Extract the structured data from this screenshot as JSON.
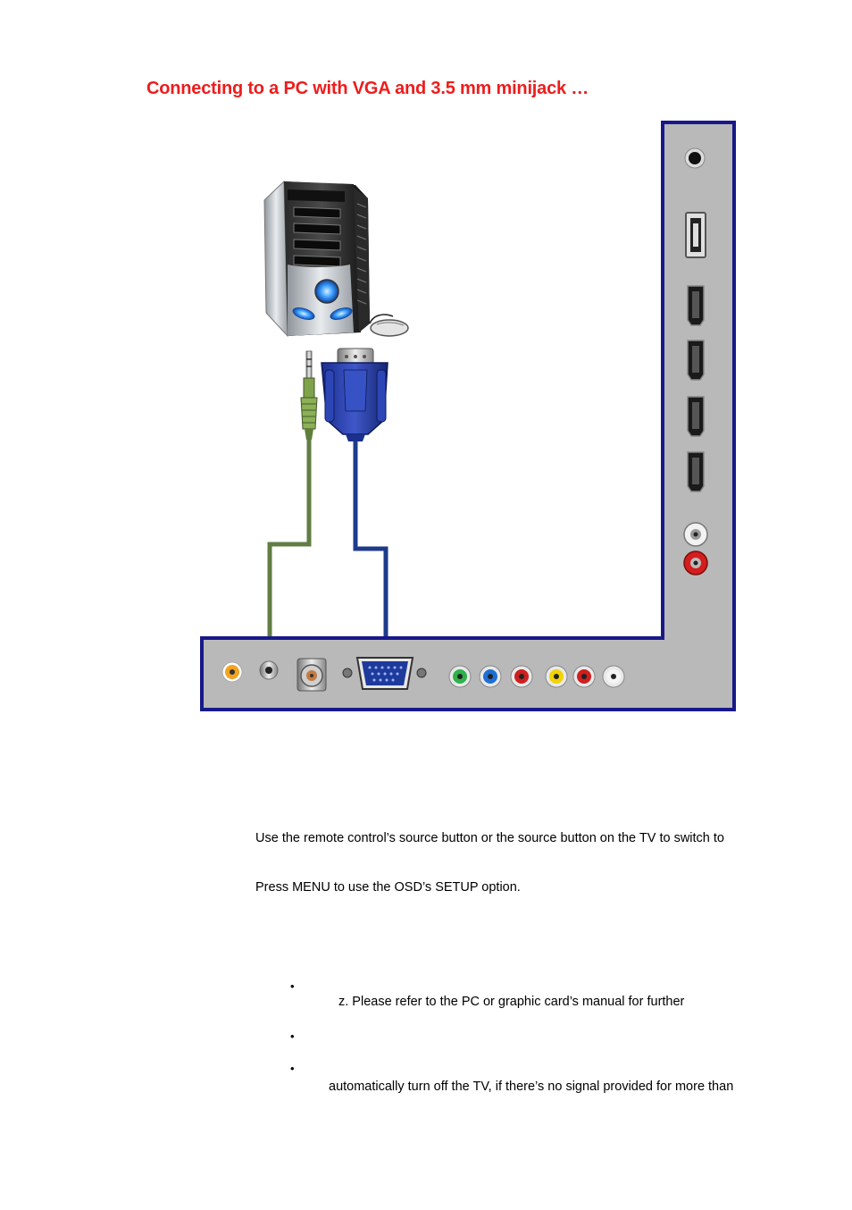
{
  "heading": "Connecting to a PC with VGA and 3.5 mm minijack …",
  "colors": {
    "heading": "#ee1c1c",
    "panel_fill": "#b9b9b9",
    "panel_border": "#18188a",
    "audio_cable": "#617d43",
    "vga_cable": "#1d3b8a"
  },
  "icons": [
    "pc-tower-icon",
    "mouse-icon",
    "minijack-plug-icon",
    "vga-plug-icon",
    "headphone-jack-icon",
    "usb-port-icon",
    "hdmi-port-icon",
    "rca-jack-icon",
    "coax-jack-icon",
    "vga-port-icon"
  ],
  "body": {
    "line1": "Use the remote control’s source button or the source button on the TV to switch to",
    "line2": "Press MENU to use the OSD’s SETUP option.",
    "bullet_symbol": "•",
    "bullet1_cont": "z.  Please refer to the PC or graphic card’s manual for further",
    "bullet3_cont": "automatically turn off the TV, if there’s no signal provided for more than"
  }
}
